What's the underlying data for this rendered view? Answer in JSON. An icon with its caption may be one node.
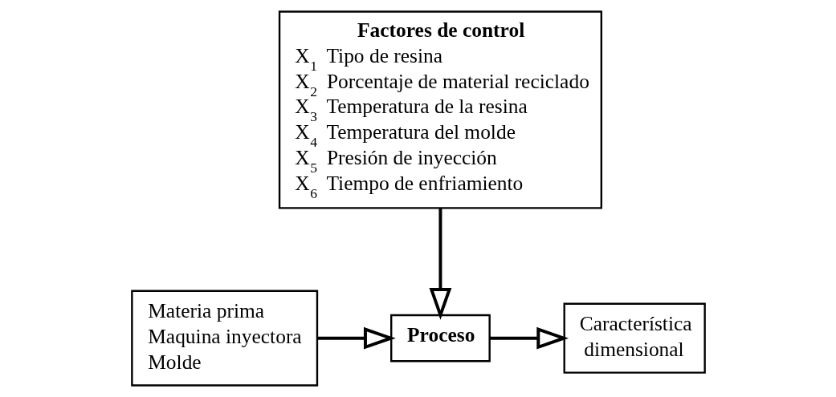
{
  "diagram": {
    "nodes": [
      {
        "text": [
          "Factores de control",
          "X$_{1}$ Tipo de resina",
          "X$_{2}$ Porcentaje de material reciclado",
          "X$_{3}$ Temperatura de la resina",
          "X$_{4}$ Temperatura del molde",
          "X$_{5}$ Presión de inyección",
          "X$_{6}$ Tiempo de enfriamiento"
        ]
      },
      {
        "text": [
          "Materia prima",
          "Maquina inyectora",
          "Molde"
        ]
      },
      {
        "text": [
          "Proceso"
        ]
      },
      {
        "text": [
          "Característica dimensional"
        ]
      }
    ],
    "edges": [
      {
        "from": 0,
        "to": 2,
        "arrow": "to"
      },
      {
        "from": 1,
        "to": 2,
        "arrow": "to"
      },
      {
        "from": 2,
        "to": 3,
        "arrow": "to"
      }
    ]
  }
}
